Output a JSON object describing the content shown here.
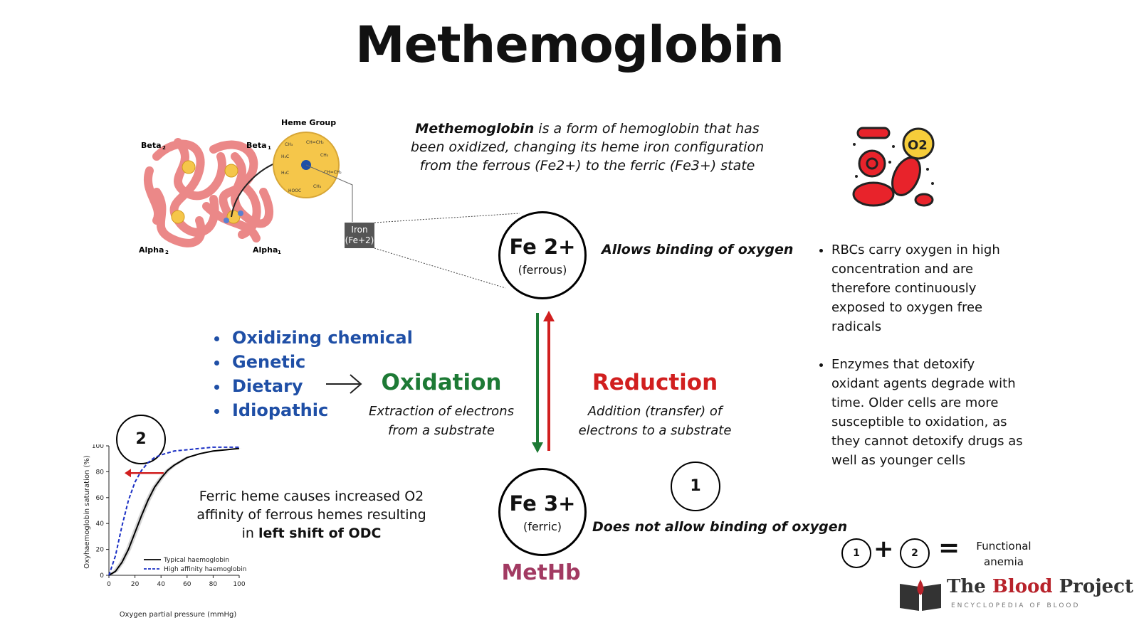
{
  "title": "Methemoglobin",
  "definition": {
    "bold": "Methemoglobin",
    "rest": " is a form of hemoglobin that has been oxidized, changing its heme iron configuration from the ferrous (Fe2+) to the ferric (Fe3+) state"
  },
  "hemoglobin_figure": {
    "labels": {
      "heme_group": "Heme Group",
      "beta2": "Beta",
      "beta1": "Beta",
      "alpha2": "Alpha",
      "alpha1": "Alpha",
      "beta2_sub": "2",
      "beta1_sub": "1",
      "alpha2_sub": "2",
      "alpha1_sub": "1"
    },
    "iron_label": "Iron",
    "iron_sub": "(Fe+2)"
  },
  "fe2": {
    "label": "Fe 2+",
    "sub": "(ferrous)",
    "note": "Allows binding of oxygen"
  },
  "fe3": {
    "label": "Fe 3+",
    "sub": "(ferric)",
    "note": "Does not allow binding of oxygen",
    "name": "MetHb"
  },
  "causes": [
    "Oxidizing chemical",
    "Genetic",
    "Dietary",
    "Idiopathic"
  ],
  "oxidation": {
    "label": "Oxidation",
    "desc_line1": "Extraction of electrons",
    "desc_line2": "from a substrate"
  },
  "reduction": {
    "label": "Reduction",
    "desc_line1": "Addition (transfer) of",
    "desc_line2": "electrons to a substrate"
  },
  "bullets": [
    "RBCs carry oxygen in high concentration and are therefore continuously exposed to oxygen free radicals",
    "Enzymes that detoxify oxidant agents degrade with time. Older cells are more susceptible to oxidation, as they cannot detoxify drugs as well as younger cells"
  ],
  "markers": {
    "one": "1",
    "two": "2"
  },
  "equation": {
    "a": "1",
    "plus": "+",
    "b": "2",
    "equals": "=",
    "result": "Functional anemia"
  },
  "ferric_text": {
    "line1": "Ferric heme causes increased O2",
    "line2": "affinity of ferrous hemes resulting",
    "line3_pre": "in ",
    "line3_bold": "left shift of ODC"
  },
  "o2_icon_text": "O2",
  "logo": {
    "part1": "The ",
    "part2": "Blood",
    "part3": " Project",
    "sub": "ENCYCLOPEDIA OF BLOOD"
  },
  "colors": {
    "green": "#1d7a35",
    "red": "#d11f1f",
    "blue": "#1f4fa6",
    "methb": "#a23a62"
  },
  "chart_data": {
    "type": "line",
    "title": "",
    "xlabel": "Oxygen partial pressure (mmHg)",
    "ylabel": "Oxyhaemoglobin saturation (%)",
    "xlim": [
      0,
      100
    ],
    "ylim": [
      0,
      100
    ],
    "xticks": [
      "0",
      "20",
      "40",
      "60",
      "80",
      "100"
    ],
    "yticks": [
      "0",
      "20",
      "40",
      "60",
      "80",
      "100"
    ],
    "legend_position": "bottom-right",
    "series": [
      {
        "name": "Typical haemoglobin",
        "style": "solid",
        "color": "#000000",
        "x": [
          0,
          5,
          10,
          15,
          20,
          25,
          30,
          35,
          40,
          45,
          50,
          60,
          70,
          80,
          90,
          100
        ],
        "y": [
          0,
          3,
          10,
          20,
          33,
          46,
          58,
          68,
          75,
          81,
          85,
          91,
          94,
          96,
          97,
          98
        ]
      },
      {
        "name": "High affinity haemoglobin",
        "style": "dashed",
        "color": "#1a2fc4",
        "x": [
          0,
          5,
          10,
          15,
          20,
          25,
          30,
          35,
          40,
          50,
          60,
          70,
          80,
          90,
          100
        ],
        "y": [
          0,
          15,
          38,
          58,
          72,
          81,
          87,
          91,
          93,
          96,
          97,
          98,
          99,
          99,
          99
        ]
      }
    ]
  }
}
